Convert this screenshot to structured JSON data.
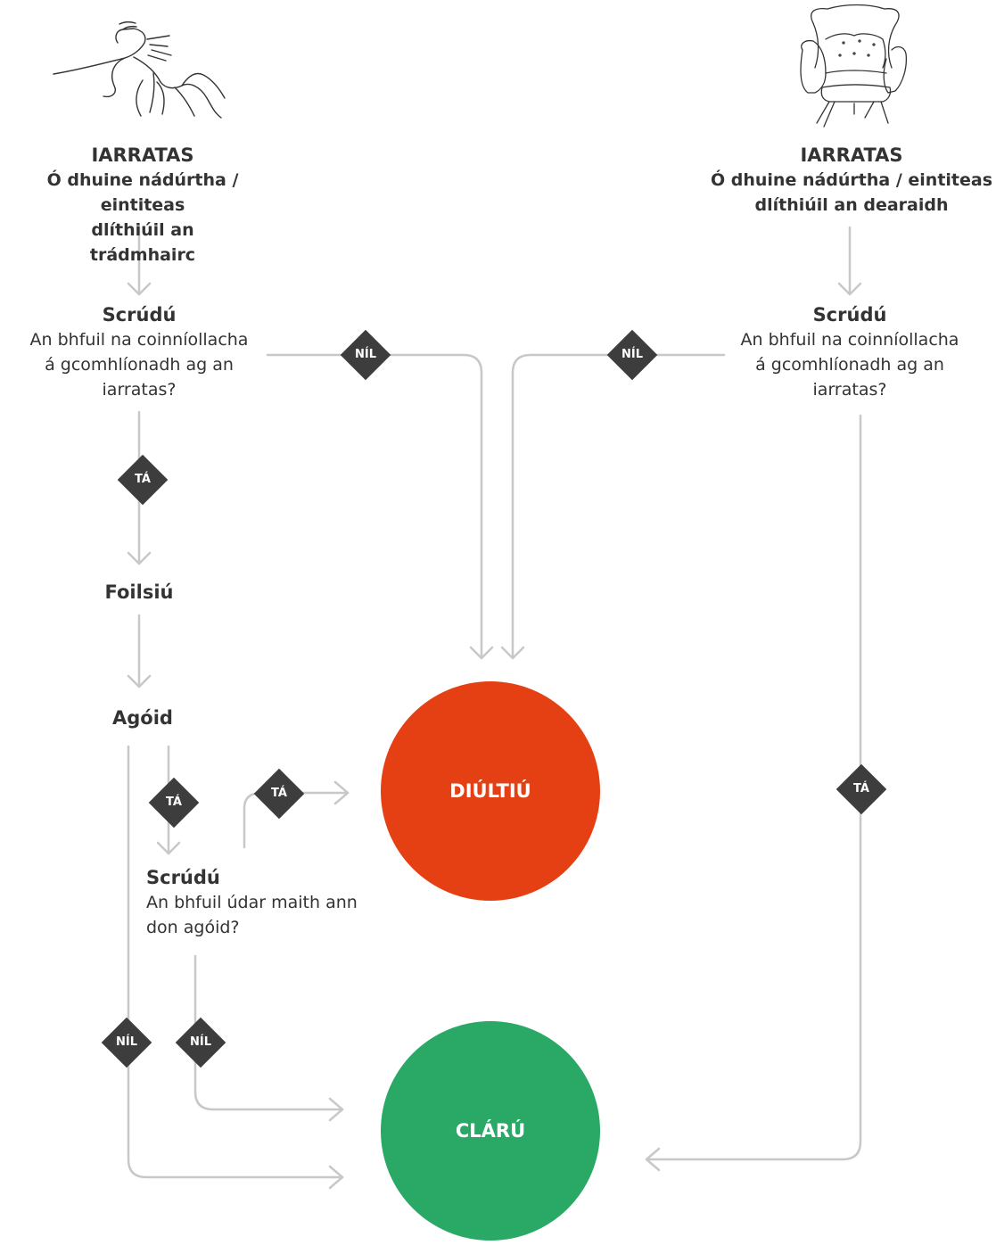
{
  "colors": {
    "reject": "#e54013",
    "register": "#2aa866",
    "diamond": "#3d3d3d",
    "line": "#c8c8c8"
  },
  "icons": {
    "left": "horse-line-drawing-icon",
    "right": "armchair-sketch-icon"
  },
  "left": {
    "application_title": "IARRATAS",
    "application_line1": "Ó dhuine nádúrtha / eintiteas",
    "application_line2": "dlíthiúil an trádmhairc",
    "exam_title": "Scrúdú",
    "exam_q1": "An bhfuil na coinníollacha",
    "exam_q2": "á gcomhlíonadh ag an",
    "exam_q3": "iarratas?",
    "publish": "Foilsiú",
    "opposition": "Agóid",
    "opp_exam_title": "Scrúdú",
    "opp_exam_q1": "An bhfuil údar maith ann",
    "opp_exam_q2": "don agóid?"
  },
  "right": {
    "application_title": "IARRATAS",
    "application_line1": "Ó dhuine nádúrtha / eintiteas",
    "application_line2": "dlíthiúil an dearaidh",
    "exam_title": "Scrúdú",
    "exam_q1": "An bhfuil na coinníollacha",
    "exam_q2": "á gcomhlíonadh ag an",
    "exam_q3": "iarratas?"
  },
  "labels": {
    "yes": "TÁ",
    "no": "NÍL"
  },
  "outcomes": {
    "reject": "DIÚLTIÚ",
    "register": "CLÁRÚ"
  }
}
